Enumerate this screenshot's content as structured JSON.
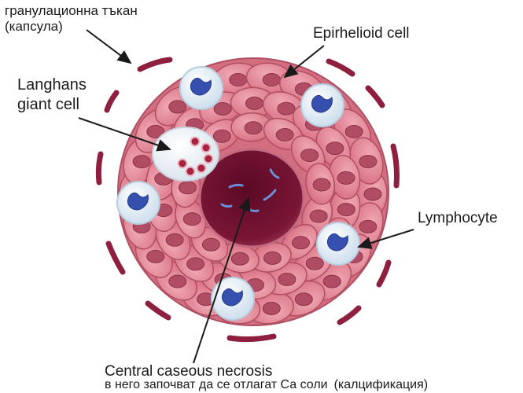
{
  "labels": {
    "capsule_line1": "гранулационна тъкан",
    "capsule_line2": "(капсула)",
    "epithelioid": "Epirhelioid cell",
    "langhans_line1": "Langhans",
    "langhans_line2": "giant cell",
    "lymphocyte": "Lymphocyte",
    "necrosis": "Central caseous necrosis",
    "note_main": "в него започват да се отлагат Са соли",
    "note_paren": "(калцификация)"
  },
  "colors": {
    "capsule": "#8e1f3e",
    "cell_fill": "#e0808f",
    "cell_stroke": "#b04e62",
    "nucleus": "#b04c63",
    "necrosis": "#6e1030",
    "lymphocyte_body": "#dceaf4",
    "lymphocyte_nucleus": "#3650b0",
    "giant_cell_body": "#eef2f6",
    "giant_cell_nuclei": "#a8233f",
    "arrow": "#1a1a1a"
  }
}
